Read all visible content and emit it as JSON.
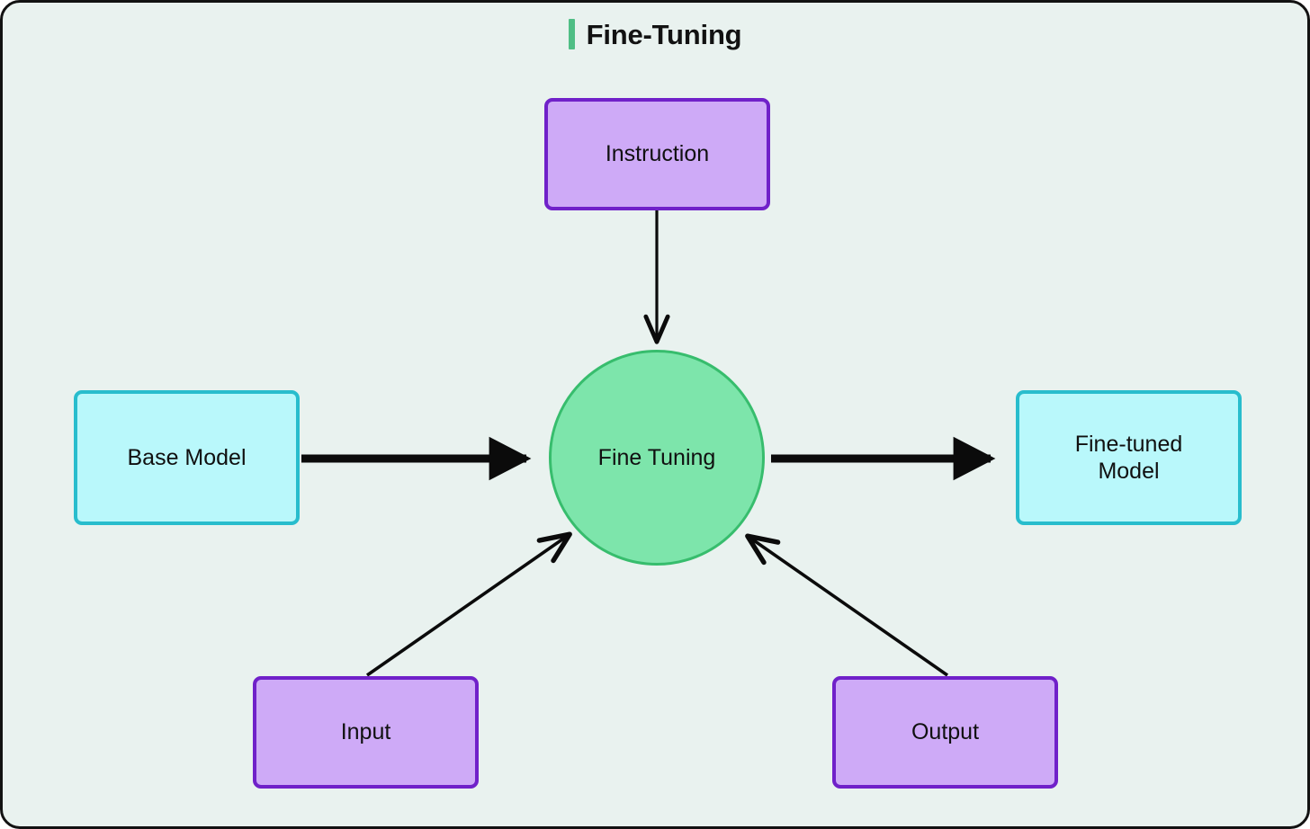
{
  "diagram": {
    "title": "Fine-Tuning",
    "background_color": "#e9f2ef",
    "border_color": "#121212",
    "accent_color": "#4fbe85",
    "nodes": [
      {
        "id": "instruction",
        "label": "Instruction",
        "shape": "rounded-rect",
        "fill": "#ceaaf7",
        "stroke": "#7021c9"
      },
      {
        "id": "base-model",
        "label": "Base Model",
        "shape": "rounded-rect",
        "fill": "#b9f8fb",
        "stroke": "#28bdcd"
      },
      {
        "id": "fine-tuning",
        "label": "Fine Tuning",
        "shape": "circle",
        "fill": "#7de5ab",
        "stroke": "#37bd6d"
      },
      {
        "id": "fine-tuned-model",
        "label": "Fine-tuned Model",
        "label_line_1": "Fine-tuned",
        "label_line_2": "Model",
        "shape": "rounded-rect",
        "fill": "#b9f8fb",
        "stroke": "#28bdcd"
      },
      {
        "id": "input",
        "label": "Input",
        "shape": "rounded-rect",
        "fill": "#ceaaf7",
        "stroke": "#7021c9"
      },
      {
        "id": "output",
        "label": "Output",
        "shape": "rounded-rect",
        "fill": "#ceaaf7",
        "stroke": "#7021c9"
      }
    ],
    "edges": [
      {
        "id": "instruction-to-fine-tuning",
        "from": "instruction",
        "to": "fine-tuning",
        "style": "thin-arrow",
        "direction": "down",
        "label": ""
      },
      {
        "id": "base-model-to-fine-tuning",
        "from": "base-model",
        "to": "fine-tuning",
        "style": "thick-arrow",
        "direction": "right",
        "label": ""
      },
      {
        "id": "fine-tuning-to-fine-tuned",
        "from": "fine-tuning",
        "to": "fine-tuned-model",
        "style": "thick-arrow",
        "direction": "right",
        "label": ""
      },
      {
        "id": "input-to-fine-tuning",
        "from": "input",
        "to": "fine-tuning",
        "style": "thin-arrow",
        "direction": "up-right",
        "label": ""
      },
      {
        "id": "output-to-fine-tuning",
        "from": "output",
        "to": "fine-tuning",
        "style": "thin-arrow",
        "direction": "up-left",
        "label": ""
      }
    ]
  }
}
